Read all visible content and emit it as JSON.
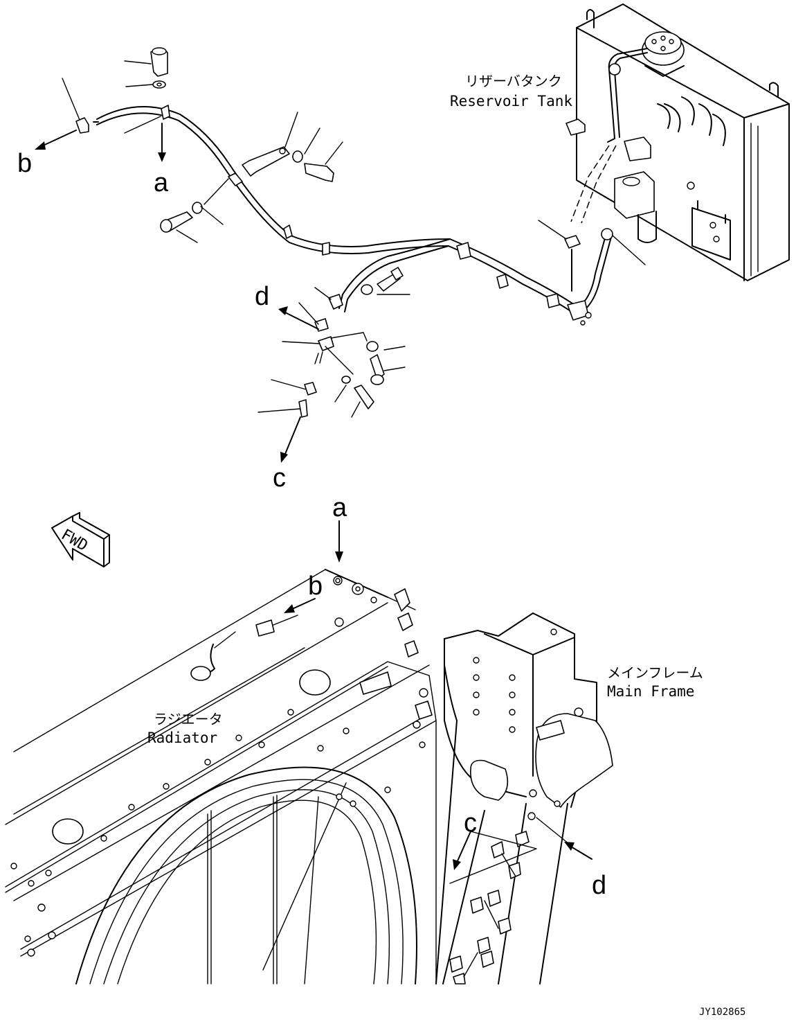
{
  "labels": {
    "reservoir_jp": "リザーバタンク",
    "reservoir_en": "Reservoir Tank",
    "main_frame_jp": "メインフレーム",
    "main_frame_en": "Main Frame",
    "radiator_jp": "ラジエータ",
    "radiator_en": "Radiator",
    "fwd": "FWD",
    "drawing_no": "JY102865"
  },
  "callouts": {
    "a_top": "a",
    "b_top": "b",
    "c_top": "c",
    "d_top": "d",
    "a_bottom": "a",
    "b_bottom": "b",
    "c_bottom": "c",
    "d_bottom": "d"
  }
}
